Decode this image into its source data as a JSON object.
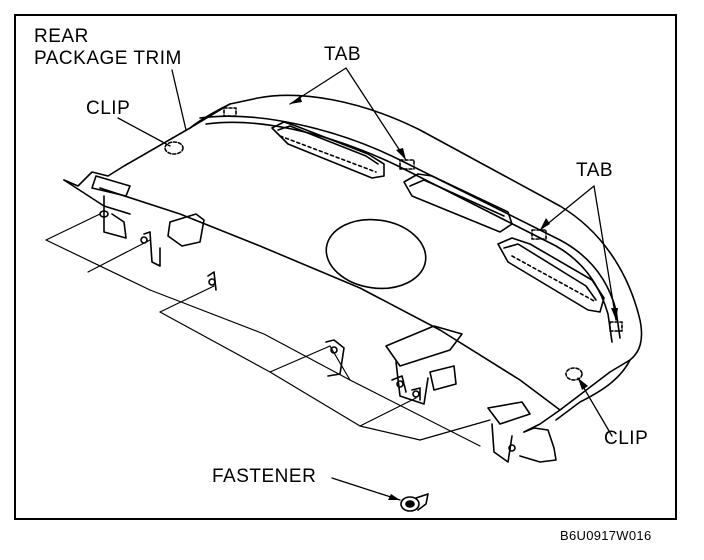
{
  "labels": {
    "rear_package_trim_line1": "REAR",
    "rear_package_trim_line2": "PACKAGE TRIM",
    "clip_top": "CLIP",
    "tab_top": "TAB",
    "tab_right": "TAB",
    "clip_right": "CLIP",
    "fastener": "FASTENER"
  },
  "figure_code": "B6U0917W016"
}
